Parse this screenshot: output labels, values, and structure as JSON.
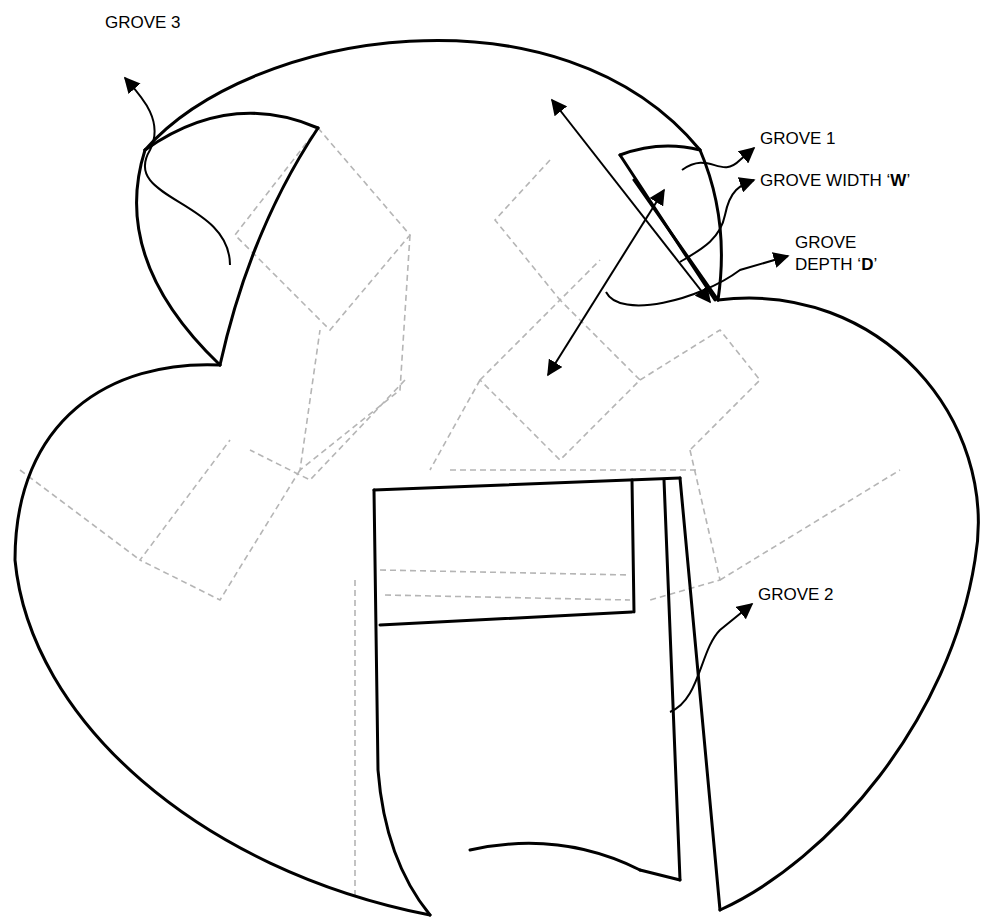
{
  "diagram": {
    "labels": [
      "GROVE 3",
      "GROVE 1",
      "GROVE WIDTH ‘W’",
      "GROVE DEPTH ‘D’",
      "GROVE 2"
    ]
  }
}
